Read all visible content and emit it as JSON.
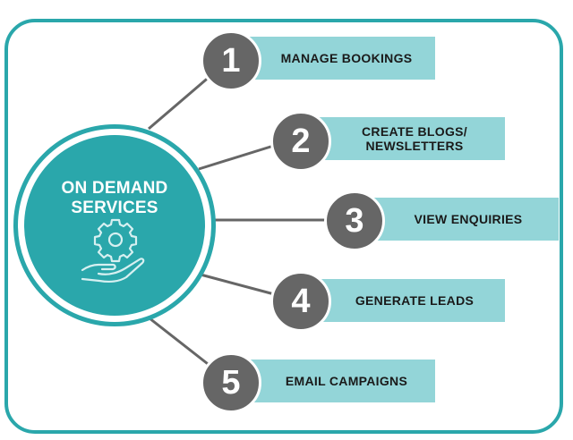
{
  "hub": {
    "title_line1": "ON DEMAND",
    "title_line2": "SERVICES",
    "icon": "gear-in-hand-icon"
  },
  "steps": [
    {
      "number": "1",
      "label_lines": [
        "MANAGE BOOKINGS"
      ]
    },
    {
      "number": "2",
      "label_lines": [
        "CREATE BLOGS/",
        "NEWSLETTERS"
      ]
    },
    {
      "number": "3",
      "label_lines": [
        "VIEW ENQUIRIES"
      ]
    },
    {
      "number": "4",
      "label_lines": [
        "GENERATE LEADS"
      ]
    },
    {
      "number": "5",
      "label_lines": [
        "EMAIL CAMPAIGNS"
      ]
    }
  ],
  "colors": {
    "teal": "#2aa7ab",
    "light_teal": "#93d5d8",
    "number_gray": "#666666",
    "connector": "#666666"
  }
}
